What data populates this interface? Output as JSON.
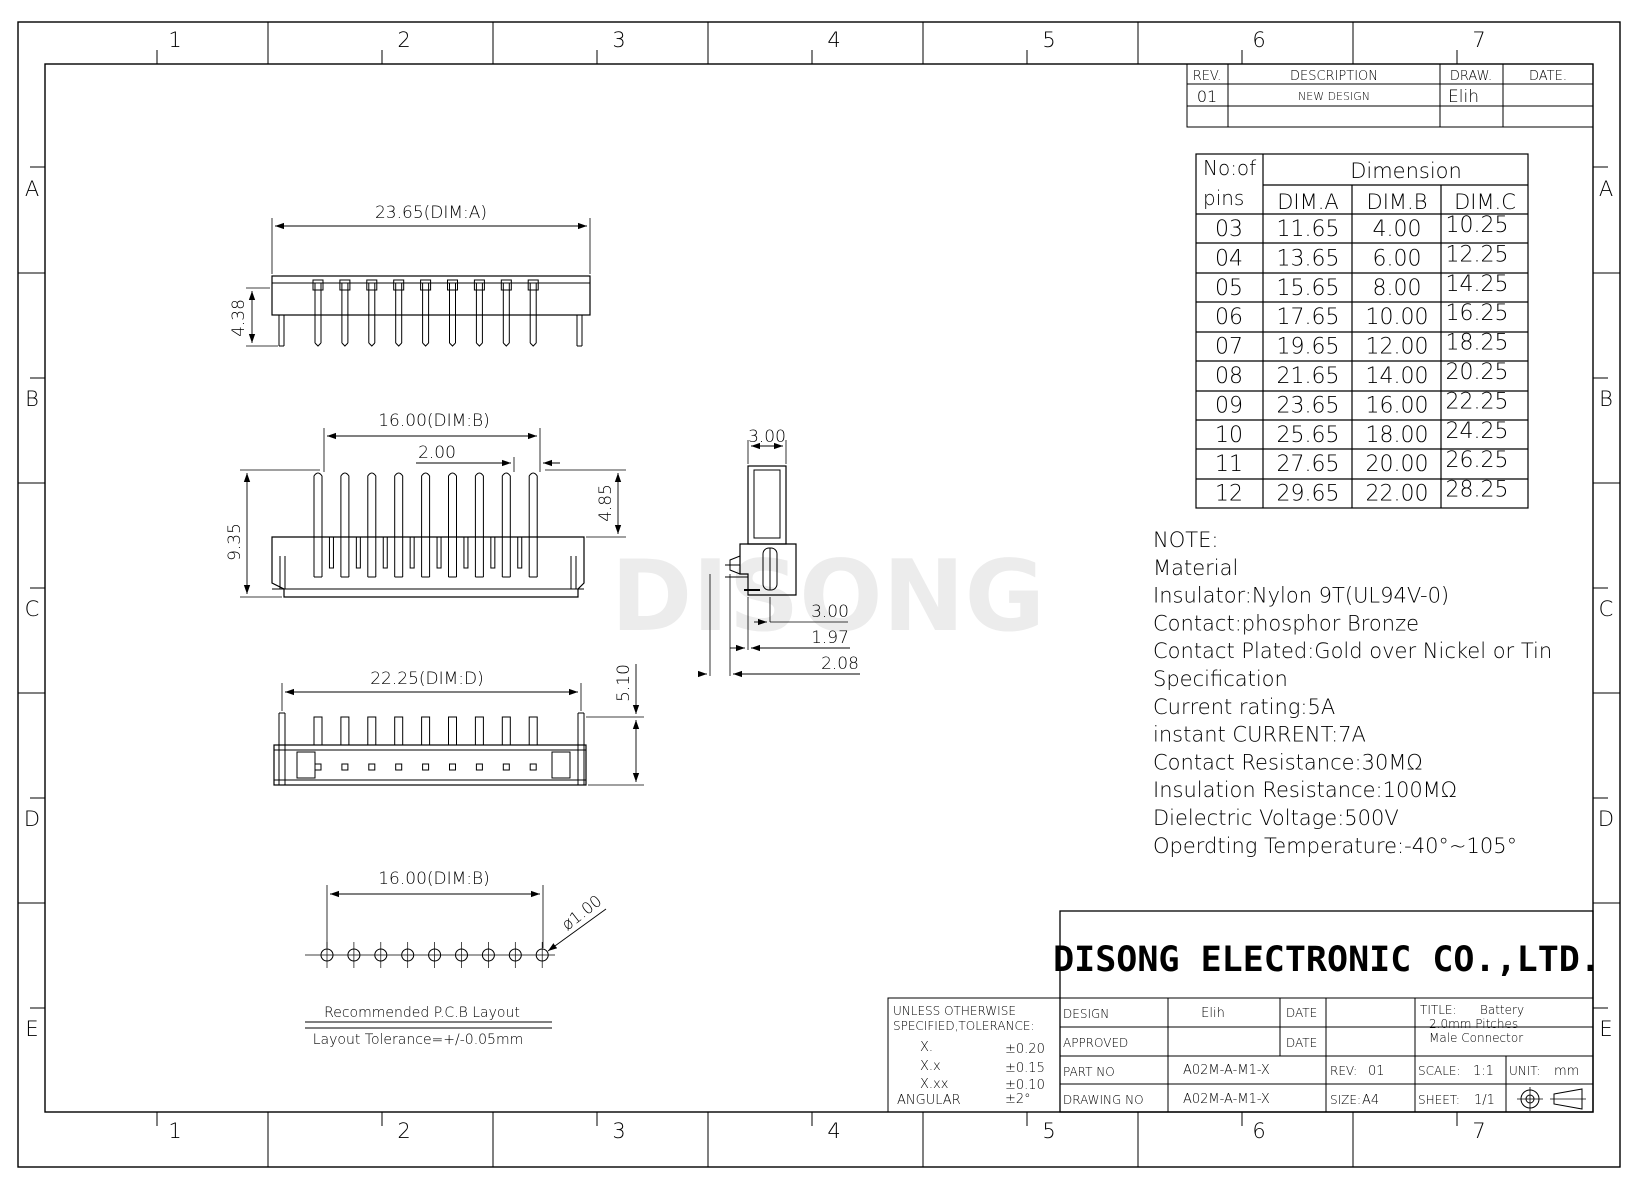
{
  "zones": {
    "columns": [
      "1",
      "2",
      "3",
      "4",
      "5",
      "6",
      "7"
    ],
    "rows": [
      "A",
      "B",
      "C",
      "D",
      "E"
    ]
  },
  "revision_table": {
    "headers": [
      "REV.",
      "DESCRIPTION",
      "DRAW.",
      "DATE."
    ],
    "rows": [
      [
        "01",
        "NEW DESIGN",
        "Elih",
        ""
      ]
    ]
  },
  "dimension_table": {
    "header_pins": [
      "No:of",
      "pins"
    ],
    "header_group": "Dimension",
    "columns": [
      "DIM.A",
      "DIM.B",
      "DIM.C"
    ],
    "rows": [
      [
        "03",
        "11.65",
        "4.00",
        "10.25"
      ],
      [
        "04",
        "13.65",
        "6.00",
        "12.25"
      ],
      [
        "05",
        "15.65",
        "8.00",
        "14.25"
      ],
      [
        "06",
        "17.65",
        "10.00",
        "16.25"
      ],
      [
        "07",
        "19.65",
        "12.00",
        "18.25"
      ],
      [
        "08",
        "21.65",
        "14.00",
        "20.25"
      ],
      [
        "09",
        "23.65",
        "16.00",
        "22.25"
      ],
      [
        "10",
        "25.65",
        "18.00",
        "24.25"
      ],
      [
        "11",
        "27.65",
        "20.00",
        "26.25"
      ],
      [
        "12",
        "29.65",
        "22.00",
        "28.25"
      ]
    ]
  },
  "notes": [
    "NOTE:",
    "Material",
    "Insulator:Nylon 9T(UL94V-0)",
    "Contact:phosphor Bronze",
    "Contact Plated:Gold over Nickel or Tin",
    "Specification",
    "Current rating:5A",
    "instant CURRENT:7A",
    "Contact Resistance:30MΩ",
    "Insulation Resistance:100MΩ",
    "Dielectric Voltage:500V",
    "Operdting Temperature:-40°~105°"
  ],
  "dimensions": {
    "top_width": "23.65(DIM:A)",
    "top_height": "4.38",
    "front_width": "16.00(DIM:B)",
    "pitch": "2.00",
    "front_height": "9.35",
    "pin_height": "4.85",
    "side_width": "3.00",
    "side_d1": "3.00",
    "side_d2": "1.97",
    "side_d3": "2.08",
    "bottom_width": "22.25(DIM:D)",
    "bottom_height": "5.10",
    "pcb_width": "16.00(DIM:B)",
    "hole_dia": "ø1.00"
  },
  "pcb_caption": "Recommended P.C.B Layout",
  "pcb_tolerance": "Layout Tolerance=+/-0.05mm",
  "watermark": "DISONG",
  "company": "DISONG ELECTRONIC CO.,LTD.",
  "tolerance": {
    "head1": "UNLESS OTHERWISE",
    "head2": "SPECIFIED,TOLERANCE:",
    "rows": [
      [
        "X.",
        "±0.20"
      ],
      [
        "X.x",
        "±0.15"
      ],
      [
        "X.xx",
        "±0.10"
      ],
      [
        "ANGULAR",
        "±2°"
      ]
    ]
  },
  "title_block": {
    "design_label": "DESIGN",
    "design_value": "Elih",
    "design_date": "DATE",
    "approved_label": "APPROVED",
    "approved_date": "DATE",
    "part_label": "PART NO",
    "part_value": "A02M-A-M1-X",
    "rev_label": "REV:",
    "rev_value": "01",
    "drawing_label": "DRAWING NO",
    "drawing_value": "A02M-A-M1-X",
    "size_label": "SIZE:",
    "size_value": "A4",
    "title_label": "TITLE:",
    "title_lines": [
      "Battery",
      "2.0mm Pitches",
      "Male Connector"
    ],
    "scale_label": "SCALE:",
    "scale_value": "1:1",
    "unit_label": "UNIT:",
    "unit_value": "mm",
    "sheet_label": "SHEET:",
    "sheet_value": "1/1"
  }
}
